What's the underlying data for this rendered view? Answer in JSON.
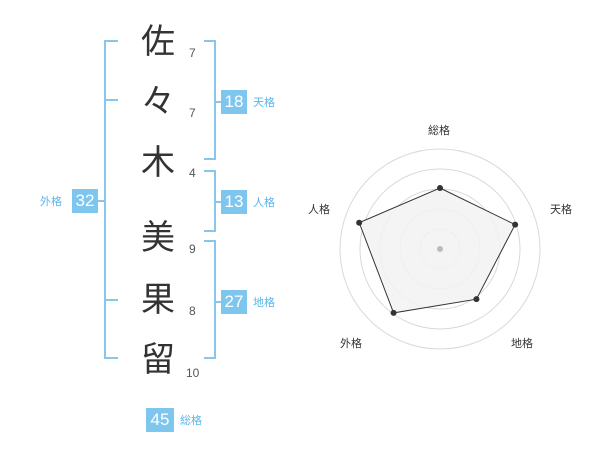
{
  "name": {
    "characters": [
      {
        "char": "佐",
        "strokes": "7"
      },
      {
        "char": "々",
        "strokes": "7"
      },
      {
        "char": "木",
        "strokes": "4"
      },
      {
        "char": "美",
        "strokes": "9"
      },
      {
        "char": "果",
        "strokes": "8"
      },
      {
        "char": "留",
        "strokes": "10"
      }
    ]
  },
  "fortune": {
    "tenkaku": {
      "value": "18",
      "label": "天格"
    },
    "jinkaku": {
      "value": "13",
      "label": "人格"
    },
    "chikaku": {
      "value": "27",
      "label": "地格"
    },
    "gaikaku": {
      "value": "32",
      "label": "外格"
    },
    "soukaku": {
      "value": "45",
      "label": "総格"
    }
  },
  "radar": {
    "axes": [
      "総格",
      "天格",
      "地格",
      "外格",
      "人格"
    ],
    "values": [
      0.61,
      0.79,
      0.62,
      0.79,
      0.85
    ],
    "fill_color": "#f2f2f2",
    "ring_color": "#d9d9d9",
    "line_color": "#333333",
    "center_color": "#bbbbbb"
  },
  "colors": {
    "accent": "#7fc6ef",
    "accent_text": "#59b6ea",
    "bracket": "#86c7ee"
  }
}
